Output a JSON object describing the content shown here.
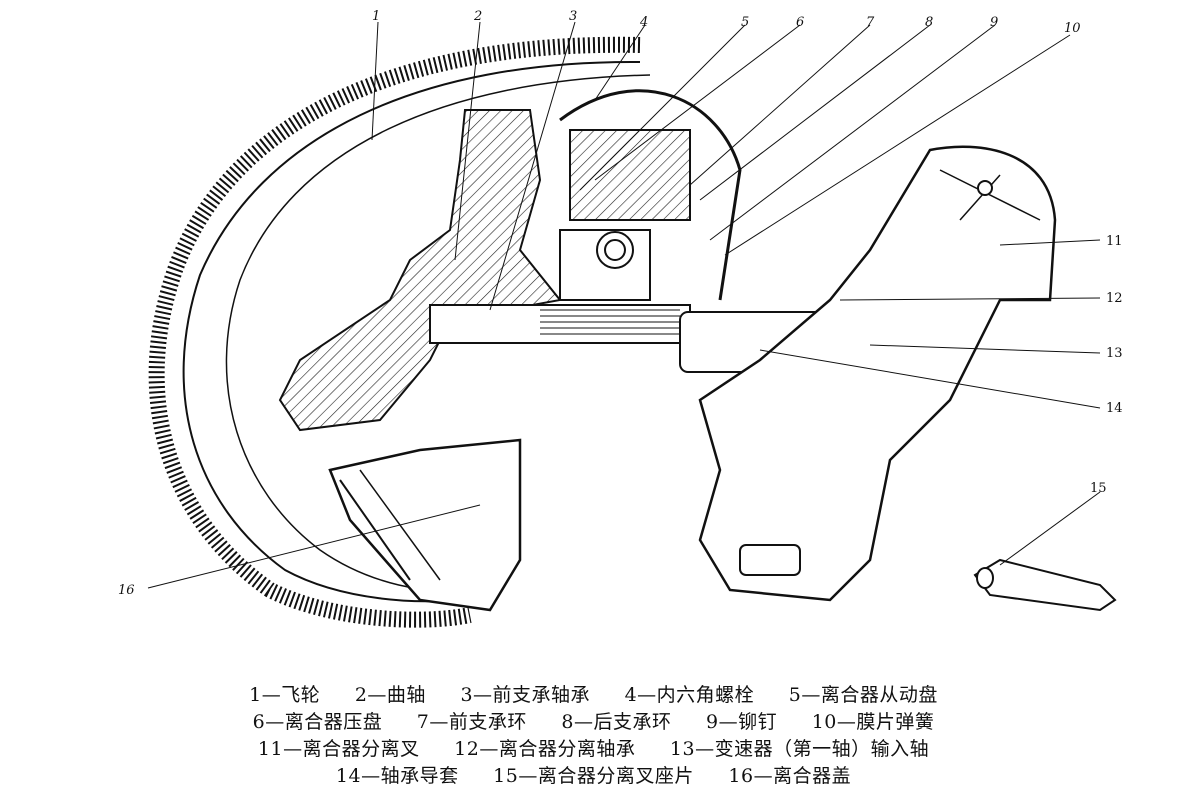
{
  "callouts": [
    "1",
    "2",
    "3",
    "4",
    "5",
    "6",
    "7",
    "8",
    "9",
    "10",
    "11",
    "12",
    "13",
    "14",
    "15",
    "16"
  ],
  "legend": [
    [
      "1—飞轮",
      "2—曲轴",
      "3—前支承轴承",
      "4—内六角螺栓",
      "5—离合器从动盘"
    ],
    [
      "6—离合器压盘",
      "7—前支承环",
      "8—后支承环",
      "9—铆钉",
      "10—膜片弹簧"
    ],
    [
      "11—离合器分离叉",
      "12—离合器分离轴承",
      "13—变速器（第一轴）输入轴"
    ],
    [
      "14—轴承导套",
      "15—离合器分离叉座片",
      "16—离合器盖"
    ]
  ]
}
